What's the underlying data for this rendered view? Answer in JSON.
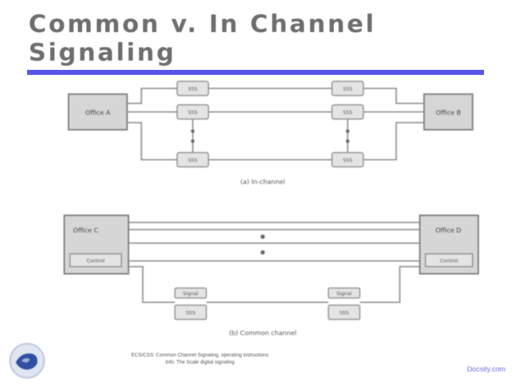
{
  "slide": {
    "title_line1": "Common v. In Channel",
    "title_line2": "Signaling"
  },
  "diagram_a": {
    "office_left": "Office A",
    "office_right": "Office B",
    "switch_label": "SSS",
    "caption": "(a) In-channel"
  },
  "diagram_b": {
    "office_left": "Office C",
    "office_right": "Office D",
    "control_label": "Control",
    "switch_top_label": "Signal",
    "switch_label": "SSS",
    "caption": "(b) Common channel"
  },
  "footer": {
    "line1": "ECS/CSS: Common Channel Signaling, operating instructions",
    "line2": "Info: The Scale digital signaling"
  },
  "brand": "Docsity.com",
  "colors": {
    "accent": "#5656e6",
    "title": "#6e6e6e",
    "brand": "#6a6adf"
  }
}
